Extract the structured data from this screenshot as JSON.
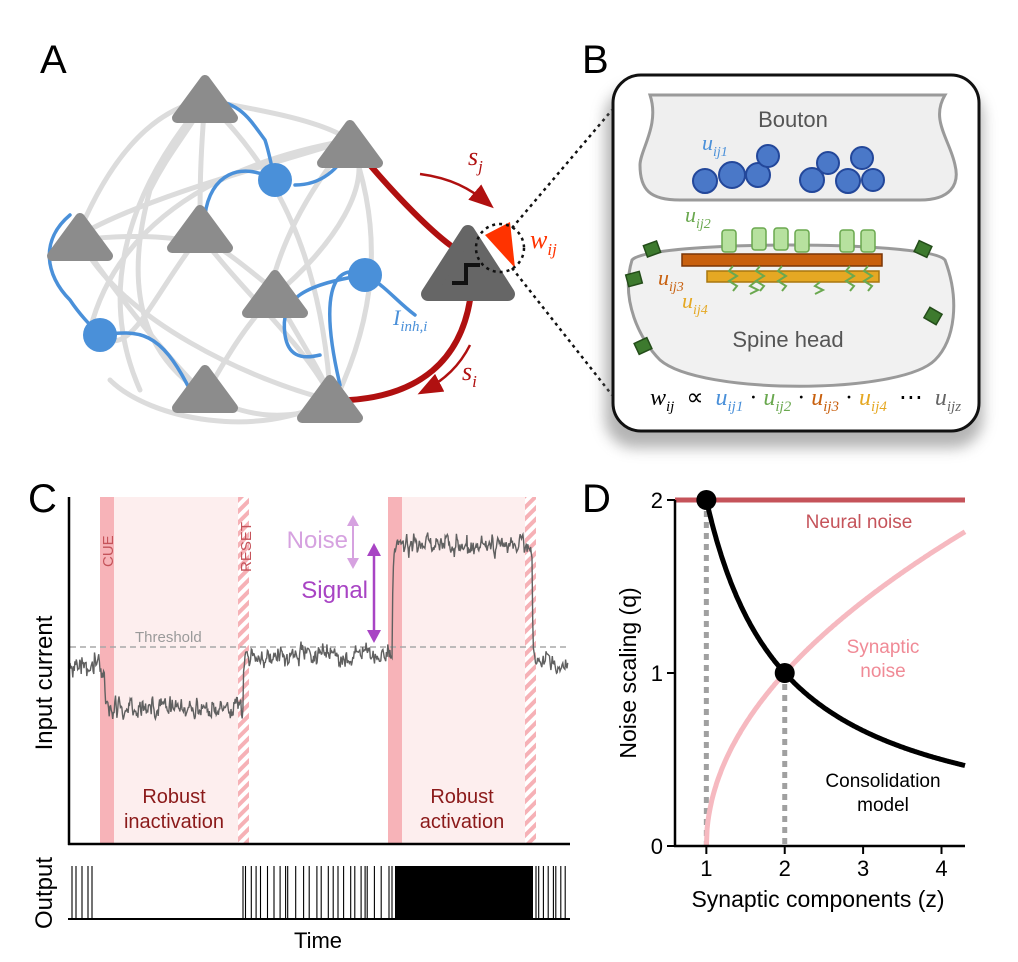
{
  "panels": {
    "a": {
      "letter": "A",
      "labels": {
        "sj": "s",
        "sj_sub": "j",
        "si": "s",
        "si_sub": "i",
        "wij": "w",
        "wij_sub": "ij",
        "iinh": "I",
        "iinh_sub": "inh,i"
      }
    },
    "b": {
      "letter": "B",
      "bouton": "Bouton",
      "spine_head": "Spine head",
      "u1": "u",
      "u1_sub": "ij1",
      "u2": "u",
      "u2_sub": "ij2",
      "u3": "u",
      "u3_sub": "ij3",
      "u4": "u",
      "u4_sub": "ij4",
      "formula": {
        "w": "w",
        "w_sub": "ij",
        "prop": "∝",
        "dot": "·",
        "u": "u",
        "s1": "ij1",
        "s2": "ij2",
        "s3": "ij3",
        "s4": "ij4",
        "ellipsis": "⋯",
        "sz": "ijz"
      }
    },
    "c": {
      "letter": "C",
      "ylabel": "Input current",
      "xlabel": "Time",
      "output_label": "Output",
      "cue": "CUE",
      "reset": "RESET",
      "threshold": "Threshold",
      "noise": "Noise",
      "signal": "Signal",
      "inactivation": [
        "Robust",
        "inactivation"
      ],
      "activation": [
        "Robust",
        "activation"
      ]
    },
    "d": {
      "letter": "D"
    }
  },
  "colors": {
    "blue": "#4a90d9",
    "gray_neuron": "#8c8c8c",
    "dark_red": "#b01010",
    "green": "#6aa84f",
    "orange": "#c8600e",
    "yellow": "#e5a823",
    "pink": "#f6b9c0",
    "purple": "#a844c4",
    "neural_noise": "#c5535a"
  },
  "chart_data": {
    "type": "line",
    "xlabel": "Synaptic components (z)",
    "ylabel": "Noise scaling (q)",
    "xlim": [
      0.6,
      4.3
    ],
    "ylim": [
      0,
      2
    ],
    "x_ticks": [
      1,
      2,
      3,
      4
    ],
    "y_ticks": [
      0,
      1,
      2
    ],
    "series": [
      {
        "name": "Neural noise",
        "formula": "q = 2",
        "x": [
          0.6,
          4.3
        ],
        "y": [
          2,
          2
        ],
        "color": "#c5535a"
      },
      {
        "name": "Synaptic noise",
        "formula": "q = sqrt(z - 1)",
        "x": [
          1,
          1.05,
          1.2,
          1.5,
          2,
          2.5,
          3,
          3.5,
          4,
          4.3
        ],
        "y": [
          0,
          0.22,
          0.45,
          0.71,
          1.0,
          1.22,
          1.41,
          1.58,
          1.73,
          1.82
        ],
        "color": "#f6b9c0"
      },
      {
        "name": "Consolidation model",
        "formula": "q = 2 / z",
        "x": [
          1,
          1.25,
          1.5,
          2,
          2.5,
          3,
          3.5,
          4,
          4.3
        ],
        "y": [
          2,
          1.6,
          1.33,
          1.0,
          0.8,
          0.67,
          0.57,
          0.5,
          0.47
        ],
        "color": "#000000"
      }
    ],
    "highlight_points": [
      {
        "x": 1,
        "y": 2
      },
      {
        "x": 2,
        "y": 1
      }
    ],
    "annotations": [
      "Neural noise",
      "Synaptic",
      "noise",
      "Consolidation",
      "model"
    ]
  }
}
